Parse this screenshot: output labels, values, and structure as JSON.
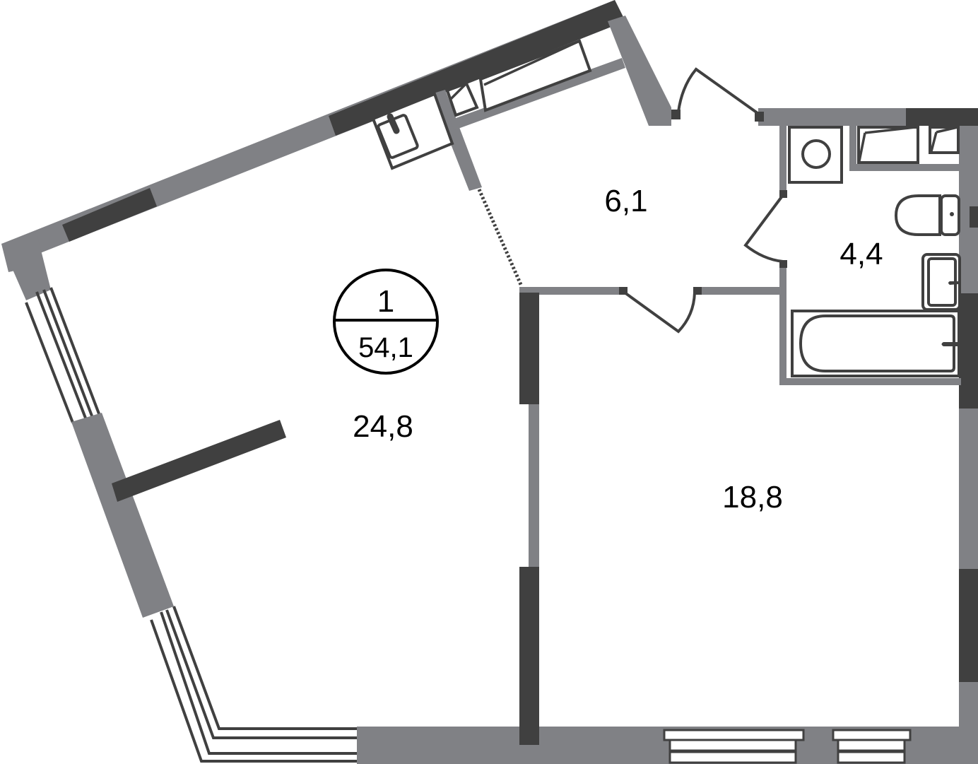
{
  "plan": {
    "type": "apartment-floor-plan",
    "badge": {
      "rooms": "1",
      "total_area": "54,1"
    },
    "rooms": [
      {
        "id": "living-kitchen",
        "area": "24,8"
      },
      {
        "id": "hallway",
        "area": "6,1"
      },
      {
        "id": "bathroom",
        "area": "4,4"
      },
      {
        "id": "bedroom",
        "area": "18,8"
      }
    ],
    "colors": {
      "wall_partition": "#808185",
      "wall_bearing": "#404040",
      "background": "#ffffff",
      "text": "#000000"
    },
    "icons": [
      "kitchen-sink-icon",
      "wardrobe-icon",
      "washing-machine-icon",
      "toilet-icon",
      "washbasin-icon",
      "bathtub-icon",
      "door-swing-icon",
      "window-icon"
    ]
  }
}
